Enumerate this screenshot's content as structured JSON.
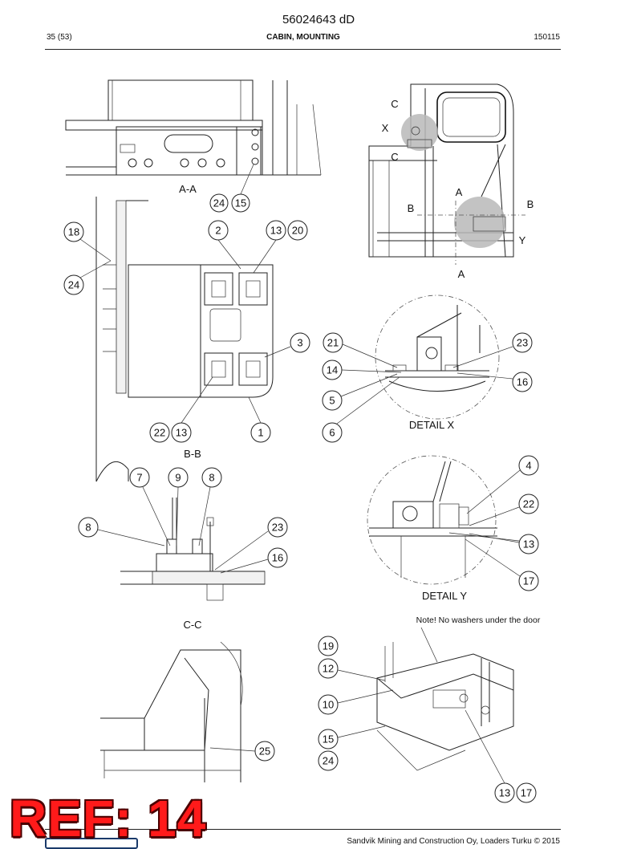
{
  "header": {
    "doc_number": "56024643 dD",
    "page": "35 (53)",
    "section": "CABIN, MOUNTING",
    "date": "150115"
  },
  "views": {
    "section_aa": "A-A",
    "section_bb": "B-B",
    "section_cc": "C-C",
    "detail_x": "DETAIL X",
    "detail_y": "DETAIL Y",
    "side_markers": [
      "C",
      "X",
      "C",
      "A",
      "B",
      "B",
      "Y",
      "A"
    ]
  },
  "note": "Note! No washers under the door",
  "balloons": {
    "aa": [
      "24",
      "15"
    ],
    "bb": [
      "18",
      "2",
      "13",
      "20",
      "24",
      "3",
      "22",
      "13",
      "1"
    ],
    "x": [
      "21",
      "23",
      "14",
      "16",
      "5",
      "6"
    ],
    "cc": [
      "7",
      "9",
      "8",
      "8",
      "23",
      "16"
    ],
    "y": [
      "4",
      "22",
      "13",
      "17"
    ],
    "bottom_left": [
      "25"
    ],
    "bottom_right": [
      "19",
      "12",
      "10",
      "15",
      "24",
      "13",
      "17"
    ]
  },
  "footer": {
    "copyright": "Sandvik Mining and Construction Oy, Loaders Turku © 2015"
  },
  "stamp": "REF: 14",
  "colors": {
    "stamp": "#ff1a1a",
    "detail_circle_fill": "#b8b8b8"
  }
}
